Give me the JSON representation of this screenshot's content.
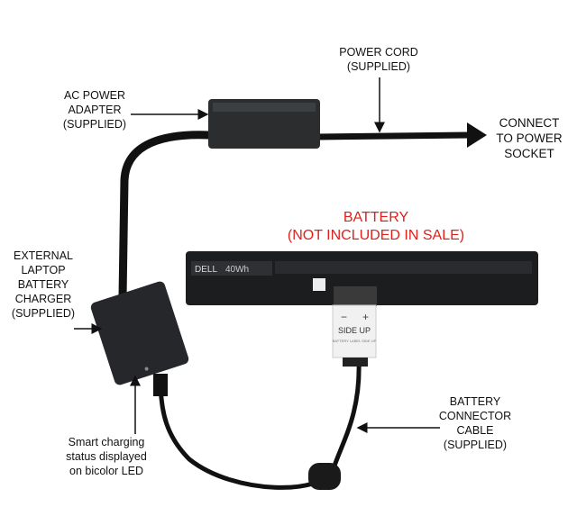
{
  "labels": {
    "power_cord": [
      "POWER CORD",
      "(SUPPLIED)"
    ],
    "ac_adapter": [
      "AC POWER",
      "ADAPTER",
      "(SUPPLIED)"
    ],
    "connect": [
      "CONNECT",
      "TO POWER",
      "SOCKET"
    ],
    "battery": [
      "BATTERY",
      "(NOT INCLUDED IN SALE)"
    ],
    "charger": [
      "EXTERNAL",
      "LAPTOP",
      "BATTERY",
      "CHARGER",
      "(SUPPLIED)"
    ],
    "led": [
      "Smart charging",
      "status displayed",
      "on bicolor LED"
    ],
    "cable": [
      "BATTERY",
      "CONNECTOR",
      "CABLE",
      "(SUPPLIED)"
    ]
  },
  "battery_label": {
    "brand": "DELL",
    "capacity": "40Wh"
  },
  "connector": {
    "minus": "−",
    "plus": "+",
    "side": "SIDE UP",
    "note": "BATTERY LABEL SIDE UP"
  },
  "colors": {
    "accent_red": "#e0201b"
  }
}
